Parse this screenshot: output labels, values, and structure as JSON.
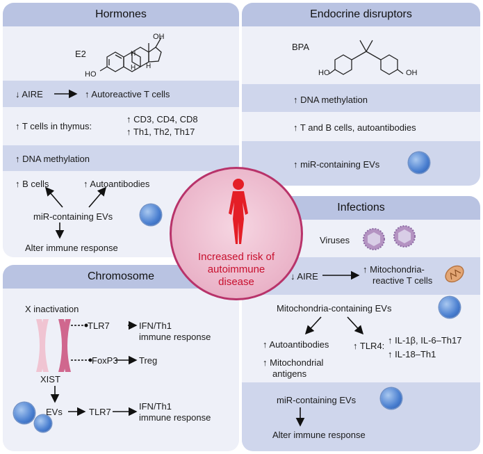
{
  "center": {
    "text": "Increased risk of\nautoimmune\ndisease"
  },
  "hormones": {
    "title": "Hormones",
    "e2_label": "E2",
    "oh_top": "OH",
    "ho_left": "HO",
    "h1": "H",
    "h2": "H",
    "h3": "H",
    "aire": "AIRE",
    "autoreactive": "Autoreactive T cells",
    "tcells_thymus": "T cells in thymus:",
    "cd": "CD3, CD4, CD8",
    "th": "Th1, Th2, Th17",
    "dna_meth": "DNA methylation",
    "bcells": "B cells",
    "autoantibodies": "Autoantibodies",
    "mir_evs": "miR-containing EVs",
    "alter": "Alter immune response"
  },
  "endocrine": {
    "title": "Endocrine disruptors",
    "bpa_label": "BPA",
    "ho": "HO",
    "oh": "OH",
    "dna_meth": "DNA methylation",
    "tb": "T and B cells, autoantibodies",
    "mir_evs": "miR-containing EVs"
  },
  "chromosome": {
    "title": "Chromosome",
    "x_inactivation": "X inactivation",
    "tlr7_a": "TLR7",
    "ifn_a1": "IFN/Th1",
    "ifn_a2": "immune response",
    "foxp3": "FoxP3",
    "treg": "Treg",
    "xist": "XIST",
    "evs": "EVs",
    "tlr7_b": "TLR7",
    "ifn_b1": "IFN/Th1",
    "ifn_b2": "immune response"
  },
  "infections": {
    "title": "Infections",
    "viruses": "Viruses",
    "aire": "AIRE",
    "mito1": "Mitochondria-",
    "mito2": "reactive T cells",
    "mito_evs": "Mitochondria-containing EVs",
    "autoantibodies": "Autoantibodies",
    "mito_ant1": "Mitochondrial",
    "mito_ant2": "antigens",
    "tlr4": "TLR4:",
    "il1": "IL-1β, IL-6–Th17",
    "il18": "IL-18–Th1",
    "mir_evs": "miR-containing EVs",
    "alter": "Alter immune response"
  },
  "colors": {
    "panel_title": "#b9c3e2",
    "band_dark": "#cfd6ec",
    "band_light": "#eef0f8",
    "circle_border": "#b8336a",
    "circle_text": "#c8102e",
    "woman": "#e41e26",
    "chromosome_light": "#f0c4d2",
    "chromosome_dark": "#d0678e"
  }
}
